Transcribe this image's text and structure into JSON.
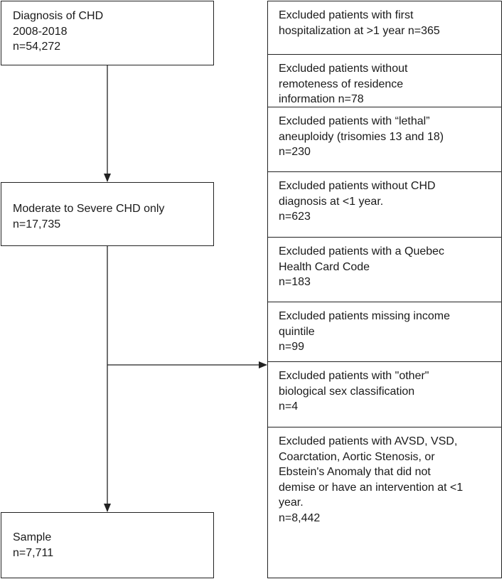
{
  "main_flow": {
    "diagnosis": "Diagnosis of CHD\n2008-2018\nn=54,272",
    "moderate_severe": "Moderate to Severe CHD only\nn=17,735",
    "sample": "Sample\nn=7,711"
  },
  "exclusions": [
    "Excluded patients with first\nhospitalization at >1 year n=365",
    "Excluded patients without\nremoteness of residence\ninformation n=78",
    "Excluded patients with “lethal”\naneuploidy (trisomies 13 and 18)\nn=230",
    "Excluded patients without CHD\ndiagnosis at <1 year.\nn=623",
    "Excluded patients with a Quebec\nHealth Card Code\nn=183",
    "Excluded patients missing income\nquintile\nn=99",
    "Excluded patients with \"other\"\nbiological sex classification\nn=4",
    "Excluded patients with AVSD, VSD,\nCoarctation, Aortic Stenosis, or\nEbstein's Anomaly that did not\ndemise or have an intervention at <1\nyear.\nn=8,442"
  ],
  "colors": {
    "line": "#222222",
    "text": "#1a1a1a",
    "background": "#ffffff"
  }
}
